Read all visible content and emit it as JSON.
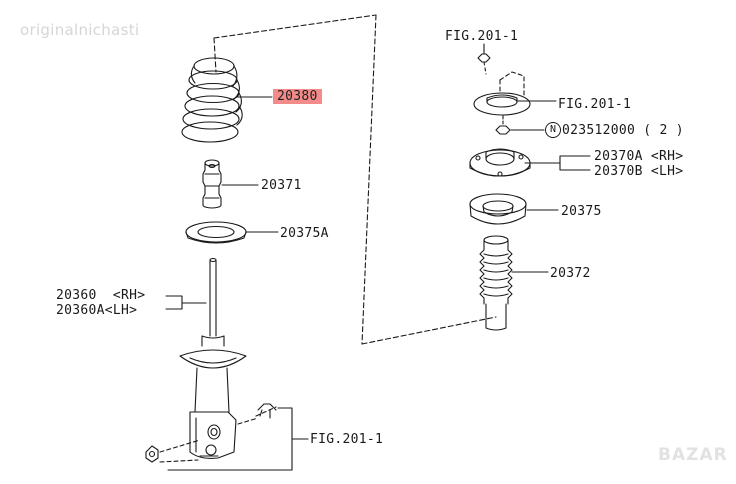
{
  "watermark": "originalnichasti",
  "logo": "BAZAR",
  "labels": {
    "fig_top": "FIG.201-1",
    "fig_mount": "FIG.201-1",
    "bolt_code": "023512000 ( 2 )",
    "bolt_prefix": "N",
    "p20370a": "20370A <RH>",
    "p20370b": "20370B <LH>",
    "p20375": "20375",
    "p20372": "20372",
    "p20380": "20380",
    "p20371": "20371",
    "p20375a": "20375A",
    "p20360": "20360  <RH>",
    "p20360a": "20360A<LH>",
    "fig_bottom": "FIG.201-1"
  },
  "colors": {
    "highlight": "#f38b8b",
    "ink": "#1a1a1a"
  }
}
